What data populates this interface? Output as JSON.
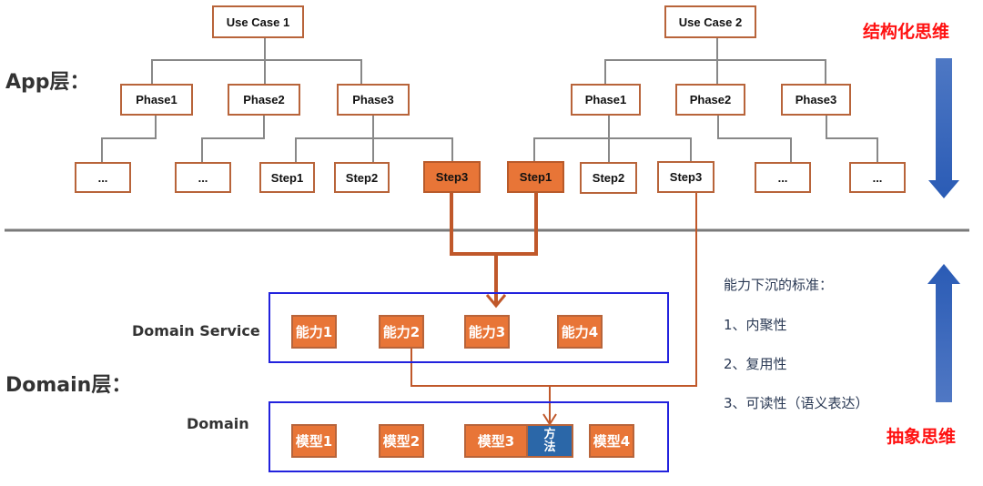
{
  "labels": {
    "app_layer": "App层：",
    "domain_layer": "Domain层：",
    "domain_service": "Domain Service",
    "domain": "Domain",
    "structured_thinking": "结构化思维",
    "abstract_thinking": "抽象思维"
  },
  "colors": {
    "node_border": "#b8643a",
    "highlight_fill": "#e87537",
    "method_fill": "#2b67a8",
    "frame_border": "#2222dd",
    "tree_line": "#888888",
    "flow_line": "#c0582a",
    "accent_red": "#ff1010",
    "arrow_blue": "#3060b8"
  },
  "use_cases": [
    {
      "title": "Use Case 1",
      "phases": [
        {
          "label": "Phase1",
          "steps": [
            {
              "label": "...",
              "highlight": false
            }
          ]
        },
        {
          "label": "Phase2",
          "steps": [
            {
              "label": "...",
              "highlight": false
            }
          ]
        },
        {
          "label": "Phase3",
          "steps": [
            {
              "label": "Step1",
              "highlight": false
            },
            {
              "label": "Step2",
              "highlight": false
            },
            {
              "label": "Step3",
              "highlight": true
            }
          ]
        }
      ]
    },
    {
      "title": "Use Case 2",
      "phases": [
        {
          "label": "Phase1",
          "steps": [
            {
              "label": "Step1",
              "highlight": true
            },
            {
              "label": "Step2",
              "highlight": false
            },
            {
              "label": "Step3",
              "highlight": false
            }
          ]
        },
        {
          "label": "Phase2",
          "steps": [
            {
              "label": "...",
              "highlight": false
            }
          ]
        },
        {
          "label": "Phase3",
          "steps": [
            {
              "label": "...",
              "highlight": false
            }
          ]
        }
      ]
    }
  ],
  "capabilities": [
    "能力1",
    "能力2",
    "能力3",
    "能力4"
  ],
  "models": [
    "模型1",
    "模型2",
    "模型3",
    "模型4"
  ],
  "method": {
    "line1": "方",
    "line2": "法"
  },
  "criteria": {
    "title": "能力下沉的标准：",
    "items": [
      "1、内聚性",
      "2、复用性",
      "3、可读性（语义表达）"
    ]
  }
}
